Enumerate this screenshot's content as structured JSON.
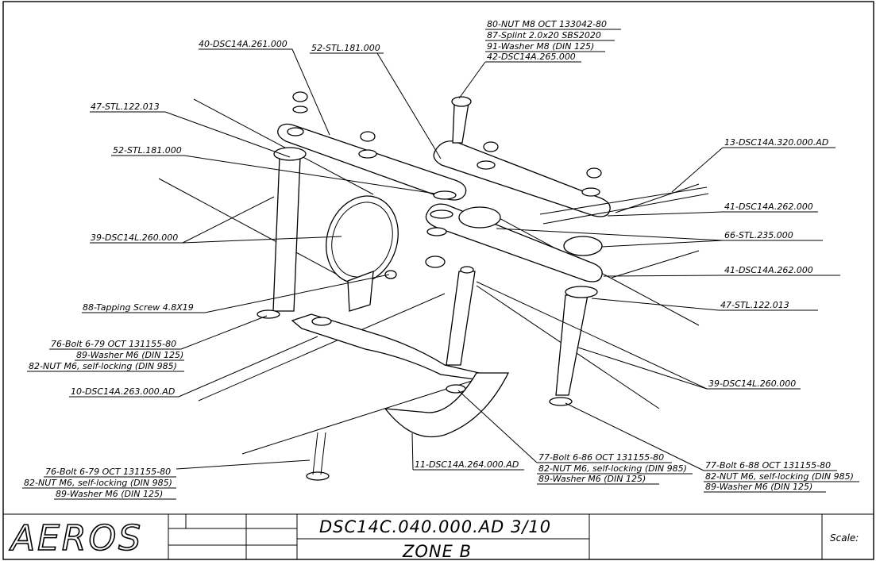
{
  "callouts": {
    "c40_261": "40-DSC14A.261.000",
    "c52_181_top": "52-STL.181.000",
    "c80_group": [
      "80-NUT M8 OCT 133042-80",
      "87-Splint 2.0x20 SBS2020",
      "91-Washer M8 (DIN 125)",
      "42-DSC14A.265.000"
    ],
    "c47_122_left": "47-STL.122.013",
    "c52_181_left": "52-STL.181.000",
    "c13_320": "13-DSC14A.320.000.AD",
    "c41_262_a": "41-DSC14A.262.000",
    "c66_235": "66-STL.235.000",
    "c39_260_left": "39-DSC14L.260.000",
    "c41_262_b": "41-DSC14A.262.000",
    "c88_screw": "88-Tapping Screw 4.8X19",
    "c47_122_right": "47-STL.122.013",
    "c76_group_a": [
      "76-Bolt 6-79 OCT 131155-80",
      "89-Washer M6 (DIN 125)",
      "82-NUT M6, self-locking (DIN 985)"
    ],
    "c10_263": "10-DSC14A.263.000.AD",
    "c39_260_right": "39-DSC14L.260.000",
    "c77_group_a": [
      "77-Bolt 6-86 OCT 131155-80",
      "82-NUT M6, self-locking (DIN 985)",
      "89-Washer M6 (DIN 125)"
    ],
    "c11_264": "11-DSC14A.264.000.AD",
    "c77_group_b": [
      "77-Bolt 6-88 OCT 131155-80",
      "82-NUT M6, self-locking (DIN 985)",
      "89-Washer M6 (DIN 125)"
    ],
    "c76_group_b": [
      "76-Bolt 6-79 OCT 131155-80",
      "82-NUT M6, self-locking (DIN 985)",
      "89-Washer M6 (DIN 125)"
    ]
  },
  "title_block": {
    "logo": "AEROS",
    "drawing_number": "DSC14C.040.000.AD 3/10",
    "zone": "ZONE B",
    "scale_label": "Scale:"
  }
}
